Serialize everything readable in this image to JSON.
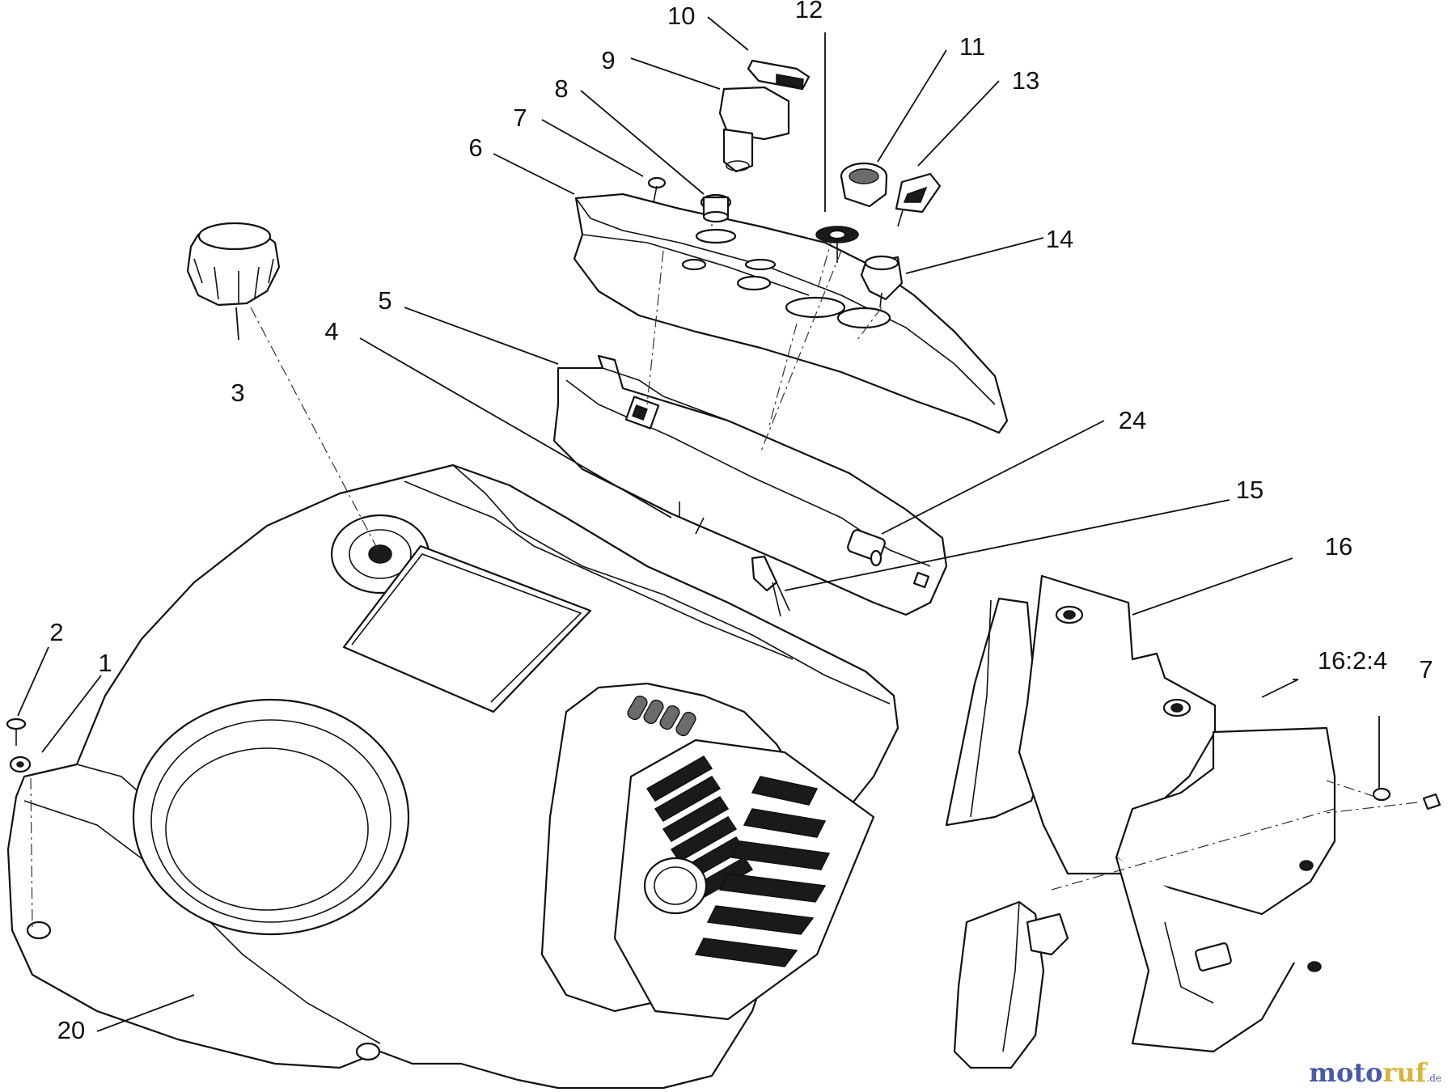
{
  "callouts": {
    "c1": "1",
    "c2": "2",
    "c3": "3",
    "c4": "4",
    "c5": "5",
    "c6": "6",
    "c7a": "7",
    "c7b": "7",
    "c8": "8",
    "c9": "9",
    "c10": "10",
    "c11": "11",
    "c12": "12",
    "c13": "13",
    "c14": "14",
    "c15": "15",
    "c16": "16",
    "c20": "20",
    "c24": "24",
    "ref": "16:2:4"
  },
  "watermark": {
    "part1": "moto",
    "part2": "ruf",
    "part3": ".de"
  }
}
